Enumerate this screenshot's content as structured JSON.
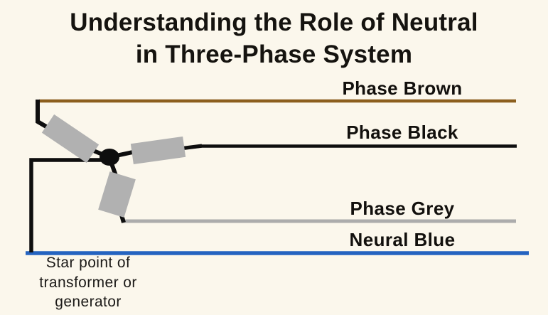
{
  "page": {
    "background": "#FBF7EC",
    "title_line1": "Understanding the Role of Neutral",
    "title_line2": "in Three-Phase System"
  },
  "diagram": {
    "labels": {
      "phase_brown": "Phase Brown",
      "phase_black": "Phase Black",
      "phase_grey": "Phase Grey",
      "neutral_blue": "Neural Blue"
    },
    "caption": {
      "line1": "Star point of",
      "line2": "transformer or",
      "line3": "generator"
    },
    "colors": {
      "phase_brown": "#8C5F1E",
      "phase_black": "#0E0E0E",
      "phase_grey": "#ACACAC",
      "neutral_blue": "#2463C0",
      "winding_fill": "#B1B1B1",
      "wire": "#0E0E0E"
    }
  }
}
